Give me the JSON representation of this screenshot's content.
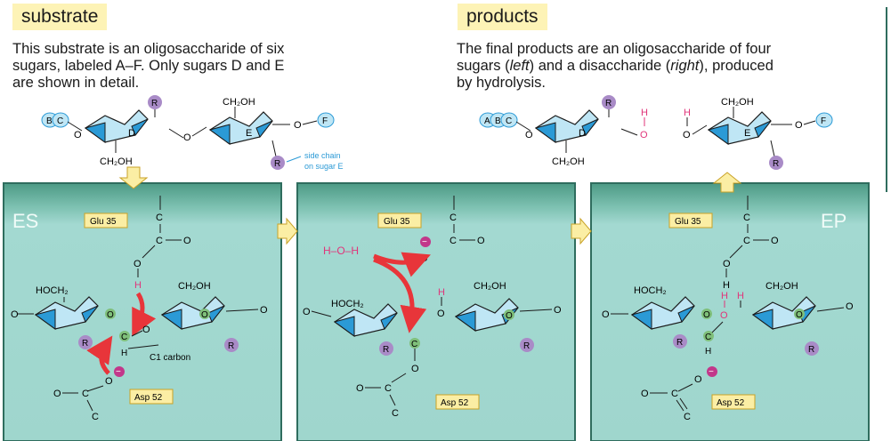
{
  "substrate": {
    "title": "substrate",
    "lines": [
      "This substrate is an oligosaccharide of six",
      "sugars, labeled A–F. Only sugars D and E",
      "are shown in detail."
    ],
    "ring_labels": [
      "D",
      "E"
    ],
    "end_left": [
      "B",
      "C"
    ],
    "end_right": "F",
    "r_label": "R",
    "ch2oh": "CH₂OH",
    "side_chain_note": [
      "side chain",
      "on sugar E"
    ]
  },
  "products": {
    "title": "products",
    "line1": "The final products are an oligosaccharide of four",
    "line2_a": "sugars (",
    "line2_left": "left",
    "line2_b": ") and a disaccharide (",
    "line2_right": "right",
    "line2_c": "), produced",
    "line3": "by hydrolysis.",
    "end_left": [
      "A",
      "B",
      "C"
    ],
    "end_right": "F",
    "ring_labels": [
      "D",
      "E"
    ],
    "h": "H",
    "o": "O"
  },
  "panels": {
    "es_label": "ES",
    "ep_label": "EP",
    "glu": "Glu 35",
    "asp": "Asp 52",
    "c1": "C1 carbon",
    "hoch2": "HOCH₂",
    "ch2oh": "CH₂OH",
    "c": "C",
    "o": "O",
    "h": "H",
    "r": "R",
    "minus": "−",
    "eq": "=",
    "water": "H–O–H"
  },
  "colors": {
    "panel_fill": "#a3d9d1",
    "panel_top": "#4c9a85",
    "panel_border": "#2f6d5e",
    "ring_light": "#bfe6f5",
    "ring_dark": "#2b9ad6",
    "r_purple": "#a98bc7",
    "o_green": "#7fbf7a",
    "arrow_red": "#e8353a",
    "water_pink": "#e0357a",
    "title_bg": "#fdf3b6",
    "block_arrow": "#fbeea4"
  }
}
